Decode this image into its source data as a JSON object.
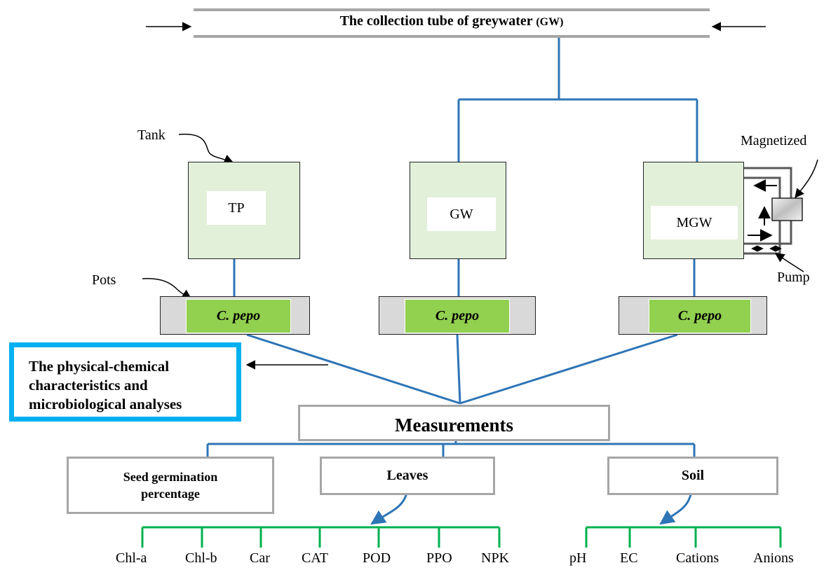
{
  "collection_tube": {
    "label": "The collection tube of greywater",
    "abbr": "(GW)"
  },
  "labels": {
    "tank": "Tank",
    "pots": "Pots",
    "magnetized": "Magnetized",
    "pump": "Pump"
  },
  "tanks": [
    {
      "label": "TP"
    },
    {
      "label": "GW"
    },
    {
      "label": "MGW"
    }
  ],
  "pots": [
    {
      "label": "C. pepo"
    },
    {
      "label": "C. pepo"
    },
    {
      "label": "C. pepo"
    }
  ],
  "analyses_box": {
    "line1": "The physical-chemical",
    "line2": "characteristics and",
    "line3": "microbiological analyses"
  },
  "measurements": {
    "label": "Measurements"
  },
  "categories": {
    "seed": {
      "line1": "Seed germination",
      "line2": "percentage"
    },
    "leaves": {
      "label": "Leaves"
    },
    "soil": {
      "label": "Soil"
    }
  },
  "leaf_params": [
    "Chl-a",
    "Chl-b",
    "Car",
    "CAT",
    "POD",
    "PPO",
    "NPK"
  ],
  "soil_params": [
    "pH",
    "EC",
    "Cations",
    "Anions"
  ],
  "colors": {
    "blue_line": "#2e75b6",
    "green_line": "#00b050",
    "tank_fill": "#e2f0d9",
    "plant_fill": "#92d050",
    "grey_border": "#a6a6a6",
    "analyses_border": "#00b0f0"
  }
}
